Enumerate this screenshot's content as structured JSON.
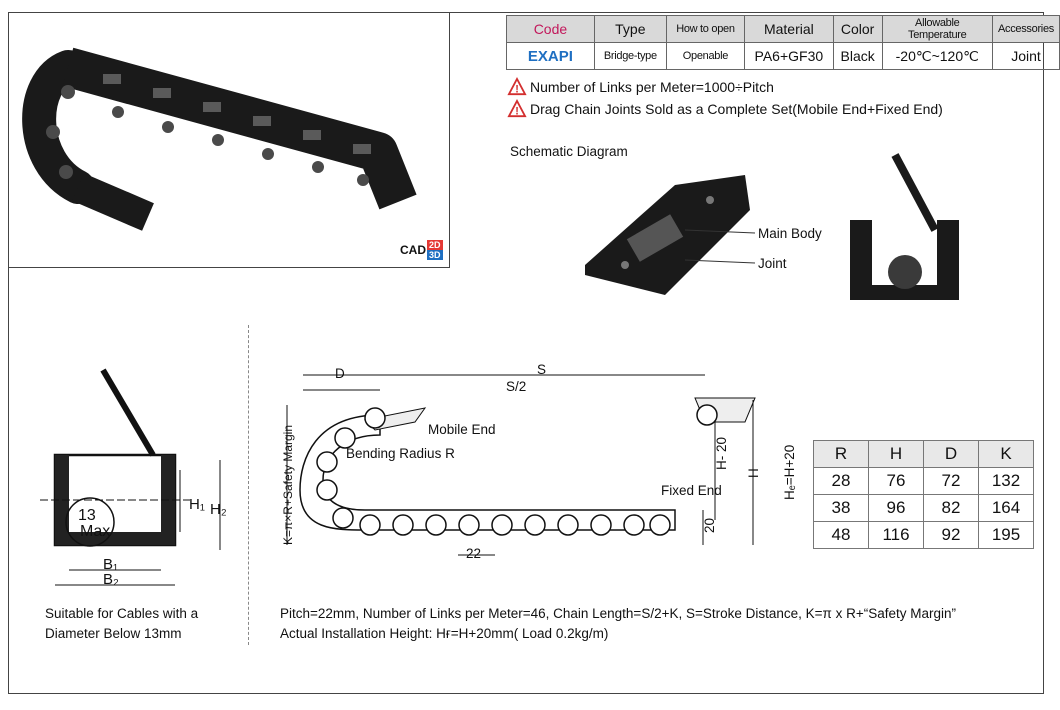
{
  "spec_table": {
    "headers": [
      "Code",
      "Type",
      "How to open",
      "Material",
      "Color",
      "Allowable Temperature",
      "Accessories"
    ],
    "row": [
      "EXAPI",
      "Bridge-type",
      "Openable",
      "PA6+GF30",
      "Black",
      "-20℃~120℃",
      "Joint"
    ]
  },
  "notes": [
    "Number of Links per Meter=1000÷Pitch",
    "Drag Chain Joints Sold as a Complete Set(Mobile End+Fixed End)"
  ],
  "schematic": {
    "title": "Schematic Diagram",
    "main_body": "Main Body",
    "joint": "Joint"
  },
  "cad_badge": {
    "label": "CAD",
    "d2": "2D",
    "d3": "3D"
  },
  "cross_section": {
    "cable_label_1": "13",
    "cable_label_2": "Max",
    "h1": "H₁",
    "h2": "H₂",
    "b1": "B₁",
    "b2": "B₂",
    "caption_1": "Suitable for Cables with a",
    "caption_2": "Diameter Below 13mm"
  },
  "side_view": {
    "d": "D",
    "s": "S",
    "s_half": "S/2",
    "mobile_end": "Mobile End",
    "bending_radius": "Bending Radius R",
    "fixed_end": "Fixed End",
    "pitch": "22",
    "h_minus": "H- 20",
    "h": "H",
    "hf": "Hₑ=H+20",
    "twenty": "20",
    "k": "K=π×R+Safety Margin"
  },
  "dims_table": {
    "headers": [
      "R",
      "H",
      "D",
      "K"
    ],
    "rows": [
      [
        "28",
        "76",
        "72",
        "132"
      ],
      [
        "38",
        "96",
        "82",
        "164"
      ],
      [
        "48",
        "116",
        "92",
        "195"
      ]
    ]
  },
  "footer": {
    "line1": "Pitch=22mm, Number of Links per Meter=46, Chain Length=S/2+K, S=Stroke Distance, K=π x R+“Safety Margin”",
    "line2": "Actual Installation Height: Hғ=H+20mm( Load 0.2kg/m)"
  }
}
